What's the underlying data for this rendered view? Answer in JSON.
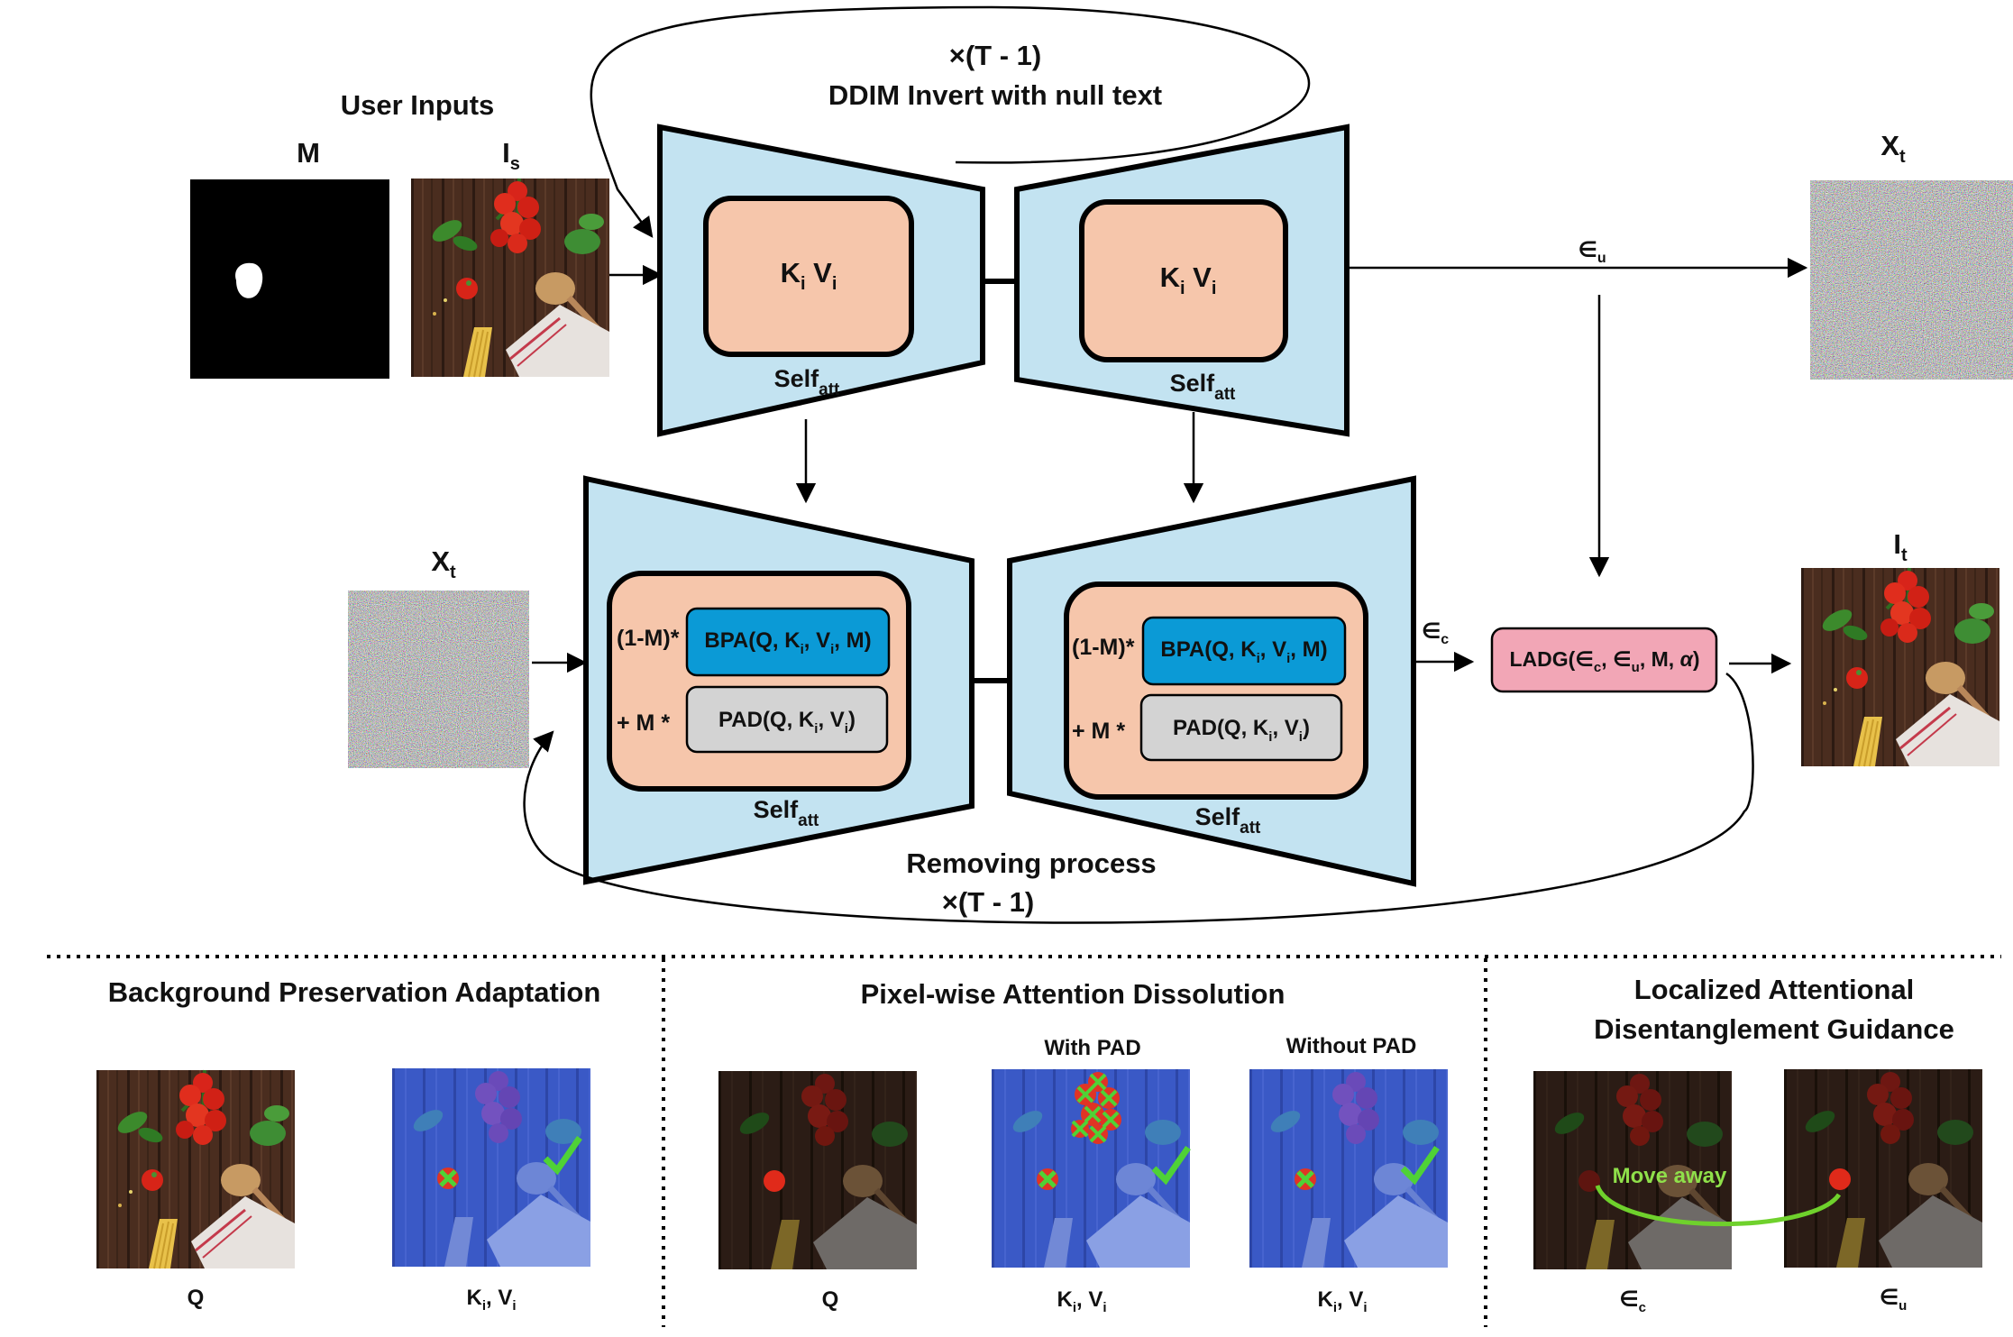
{
  "top": {
    "loop_count": "×(T - 1)",
    "loop_caption": "DDIM Invert with null text",
    "user_inputs": "User Inputs",
    "mask_label": "M",
    "source_label": "I",
    "source_sub": "s",
    "kv_main": "K",
    "kv_i": "i",
    "kv_v": "V",
    "self_main": "Self",
    "self_sub": "att",
    "eps_u": "∈",
    "eps_u_sub": "u",
    "xt_label": "X",
    "xt_sub": "t"
  },
  "middle": {
    "xt_label": "X",
    "xt_sub": "t",
    "one_minus_m": "(1-M)*",
    "plus_m": "+ M *",
    "bpa": "BPA(Q, K",
    "bpa_tail": ", V",
    "bpa_end": ", M)",
    "pad": "PAD(Q, K",
    "pad_tail": ", V",
    "pad_end": ")",
    "sub_i": "i",
    "eps_c": "∈",
    "eps_c_sub": "c",
    "ladg": "LADG(∈",
    "ladg_c": "c",
    "ladg_mid": ", ∈",
    "ladg_u": "u",
    "ladg_end": ", M, ",
    "ladg_alpha": "α",
    "ladg_close": ")",
    "it_label": "I",
    "it_sub": "t",
    "removing": "Removing process",
    "loop_count": "×(T - 1)"
  },
  "bottom": {
    "bpa_title": "Background Preservation Adaptation",
    "pad_title": "Pixel-wise Attention Dissolution",
    "ladg_title_1": "Localized Attentional",
    "ladg_title_2": "Disentanglement Guidance",
    "with_pad": "With PAD",
    "without_pad": "Without PAD",
    "q": "Q",
    "kv": "K",
    "kv_i": "i",
    "kv_sep": ", V",
    "eps": "∈",
    "eps_c": "c",
    "eps_u": "u",
    "move_away": "Move away"
  },
  "colors": {
    "unet_fill": "#c3e3f1",
    "attn_fill": "#f6c6ab",
    "bpa_fill": "#0b9ad6",
    "pad_fill": "#d3d3d3",
    "ladg_fill": "#f2a6b6",
    "check": "#4fd236",
    "cross": "#e03424"
  }
}
